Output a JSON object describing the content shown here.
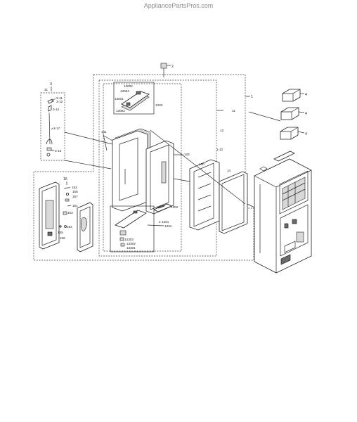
{
  "header": {
    "site_text": "AppliancePartsPros.com"
  },
  "callouts": {
    "c2": "2",
    "c1": "1",
    "c11": "11",
    "c13": "13",
    "c12": "1-12",
    "c4a": "4",
    "c4b": "4",
    "c4c": "4",
    "c3": "3",
    "c31": "31",
    "c311": "3-11",
    "c312": "3-12",
    "c3_14": "3-14",
    "c3_17": "3-17",
    "c3_13": "3-13",
    "c141": "141",
    "c14": "14",
    "c133": "133",
    "c130": "130",
    "c13002": "13002",
    "c13004": "13004",
    "c13001": "13001",
    "c13003": "13003",
    "c1333a": "1333",
    "c1334": "1334",
    "c1302": "1302",
    "c1301": "1-1301",
    "c13303": "13303",
    "c13302": "13302",
    "c13301": "13301",
    "c15": "15",
    "c152": "152",
    "c156": "156",
    "c157": "157",
    "c151": "151",
    "c153": "153",
    "c154": "154",
    "c155": "155",
    "c158": "158"
  }
}
